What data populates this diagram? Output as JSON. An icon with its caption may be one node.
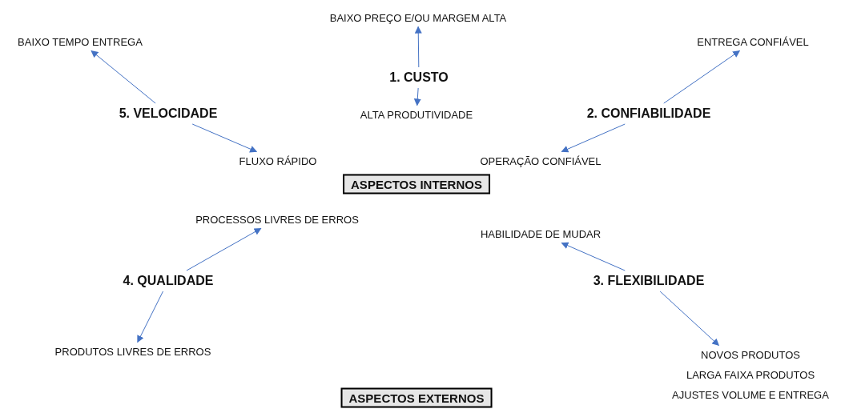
{
  "diagram": {
    "nodes": [
      {
        "text": [
          "BAIXO PREÇO E/OU MARGEM ALTA"
        ]
      },
      {
        "text": [
          "1. CUSTO"
        ]
      },
      {
        "text": [
          "ALTA PRODUTIVIDADE"
        ]
      },
      {
        "text": [
          "BAIXO TEMPO ENTREGA"
        ]
      },
      {
        "text": [
          "5. VELOCIDADE"
        ]
      },
      {
        "text": [
          "FLUXO RÁPIDO"
        ]
      },
      {
        "text": [
          "ENTREGA CONFIÁVEL"
        ]
      },
      {
        "text": [
          "2. CONFIABILIDADE"
        ]
      },
      {
        "text": [
          "OPERAÇÃO CONFIÁVEL"
        ]
      },
      {
        "text": [
          "ASPECTOS INTERNOS"
        ]
      },
      {
        "text": [
          "PROCESSOS LIVRES DE ERROS"
        ]
      },
      {
        "text": [
          "4. QUALIDADE"
        ]
      },
      {
        "text": [
          "PRODUTOS LIVRES DE ERROS"
        ]
      },
      {
        "text": [
          "HABILIDADE DE MUDAR"
        ]
      },
      {
        "text": [
          "3. FLEXIBILIDADE"
        ]
      },
      {
        "text": [
          "NOVOS PRODUTOS",
          "LARGA FAIXA PRODUTOS",
          "AJUSTES VOLUME E ENTREGA"
        ]
      },
      {
        "text": [
          "ASPECTOS EXTERNOS"
        ]
      }
    ],
    "edges": [
      {
        "from": 1,
        "to": 0,
        "arrow": "to"
      },
      {
        "from": 1,
        "to": 2,
        "arrow": "to"
      },
      {
        "from": 4,
        "to": 3,
        "arrow": "to"
      },
      {
        "from": 4,
        "to": 5,
        "arrow": "to"
      },
      {
        "from": 7,
        "to": 6,
        "arrow": "to"
      },
      {
        "from": 7,
        "to": 8,
        "arrow": "to"
      },
      {
        "from": 11,
        "to": 10,
        "arrow": "to"
      },
      {
        "from": 11,
        "to": 12,
        "arrow": "to"
      },
      {
        "from": 14,
        "to": 13,
        "arrow": "to"
      },
      {
        "from": 14,
        "to": 15,
        "arrow": "to"
      }
    ]
  }
}
